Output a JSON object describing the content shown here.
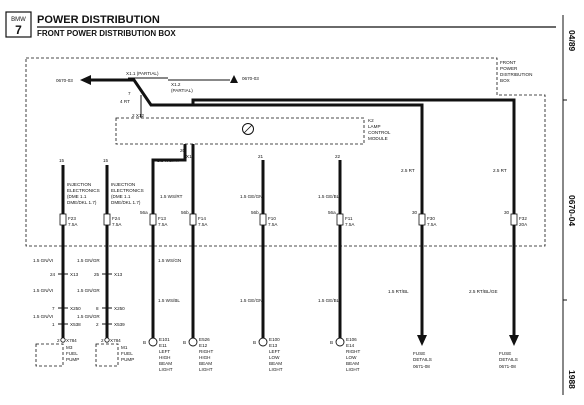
{
  "header": {
    "brand_line1": "BMW",
    "brand_line2": "7",
    "title": "POWER DISTRIBUTION",
    "subtitle": "FRONT POWER DISTRIBUTION BOX"
  },
  "side_labels": {
    "date": "04/89",
    "code": "0670-04",
    "year": "1988"
  },
  "box": {
    "label_lines": [
      "FRONT",
      "POWER",
      "DISTRIBUTION",
      "BOX"
    ]
  },
  "top": {
    "left_ref": "0670-03",
    "right_ref": "0670-03",
    "x1_partial": "X1.1 (PARTIAL)",
    "x1_2_line1": "X1.2",
    "x1_2_line2": "(PARTIAL)",
    "wire_4rt": "4 RT",
    "terminal_a2": "2 X12",
    "terminal_7": "7"
  },
  "lcm": {
    "lines": [
      "K2",
      "LAMP",
      "CONTROL",
      "MODULE"
    ],
    "wire_top": "1.5 WS/RT",
    "pin_top_left": "20",
    "pin_top_right": "X12"
  },
  "branches": {
    "pin_15a": "15",
    "pin_15b": "15",
    "pin_21": "21",
    "pin_22": "22",
    "wire_2_5rt_a": "2.5 RT",
    "wire_2_5rt_b": "2.5 RT",
    "pin_30a": "30",
    "pin_30b": "30",
    "pin_56a": "56a",
    "pin_56b": "56b",
    "pin_56b2": "56b",
    "pin_56a2": "56a",
    "w_ws_rt": "1.5 WS/RT",
    "w_ge_gn": "1.5 GE/GN",
    "w_ge_bl": "1.5 GE/BL",
    "ie1": "INJECTION",
    "ie2": "ELECTRONICS",
    "ie3": "(DME 1.1",
    "ie4": "DME/DKL 1.7)",
    "ie1b": "INJECTION",
    "ie2b": "ELECTRONICS",
    "ie3b": "(DME 1.1",
    "ie4b": "DME/DKL 1.7)"
  },
  "fuses": [
    {
      "id": "F23",
      "rating": "7.5A"
    },
    {
      "id": "F24",
      "rating": "7.5A"
    },
    {
      "id": "F13",
      "rating": "7.5A"
    },
    {
      "id": "F14",
      "rating": "7.5A"
    },
    {
      "id": "F10",
      "rating": "7.5A"
    },
    {
      "id": "F11",
      "rating": "7.5A"
    },
    {
      "id": "F30",
      "rating": "7.5A"
    },
    {
      "id": "F32",
      "rating": "20A"
    }
  ],
  "wires": {
    "gn_vi_1": "1.5 GN/VI",
    "gn_vi_2": "1.5 GN/VI",
    "gn_vi_3": "1.5 GN/VI",
    "gn_gr_1": "1.5 GN/GR",
    "gn_gr_2": "1.5 GN/GR",
    "gn_gr_3": "1.5 GN/GR",
    "ws_gn": "1.5 WS/GN",
    "ws_bl": "1.5 WS/BL",
    "ge_gn2": "1.5 GE/GN",
    "ge_bl2": "1.5 GE/BL",
    "rt_bl": "1.5 RT/BL",
    "rt_blge": "2.5 RT/BL/GE",
    "x13a": "X13",
    "x13b": "X13",
    "x250a": "X250",
    "x250b": "X250",
    "x538": "X538",
    "x539": "X539",
    "n24": "24",
    "n25": "25",
    "n7a": "7",
    "n8": "8",
    "n1": "1",
    "n2": "2"
  },
  "components": [
    {
      "conn": "2",
      "conn_id": "X784",
      "lines": [
        "M3",
        "FUEL",
        "PUMP"
      ]
    },
    {
      "conn": "2",
      "conn_id": "X784",
      "lines": [
        "M1",
        "FUEL",
        "PUMP"
      ]
    },
    {
      "conn": "B",
      "conn_id": "E101",
      "lines": [
        "E11",
        "LEFT",
        "HIGH",
        "BEAM",
        "LIGHT"
      ]
    },
    {
      "conn": "B",
      "conn_id": "E526",
      "lines": [
        "E12",
        "RIGHT",
        "HIGH",
        "BEAM",
        "LIGHT"
      ]
    },
    {
      "conn": "B",
      "conn_id": "E100",
      "lines": [
        "E13",
        "LEFT",
        "LOW",
        "BEAM",
        "LIGHT"
      ]
    },
    {
      "conn": "B",
      "conn_id": "E106",
      "lines": [
        "E14",
        "RIGHT",
        "LOW",
        "BEAM",
        "LIGHT"
      ]
    }
  ],
  "fuse_details": [
    {
      "lines": [
        "FUSE",
        "DETAILS"
      ],
      "ref": "0671-08"
    },
    {
      "lines": [
        "FUSE",
        "DETAILS"
      ],
      "ref": "0671-08"
    }
  ]
}
